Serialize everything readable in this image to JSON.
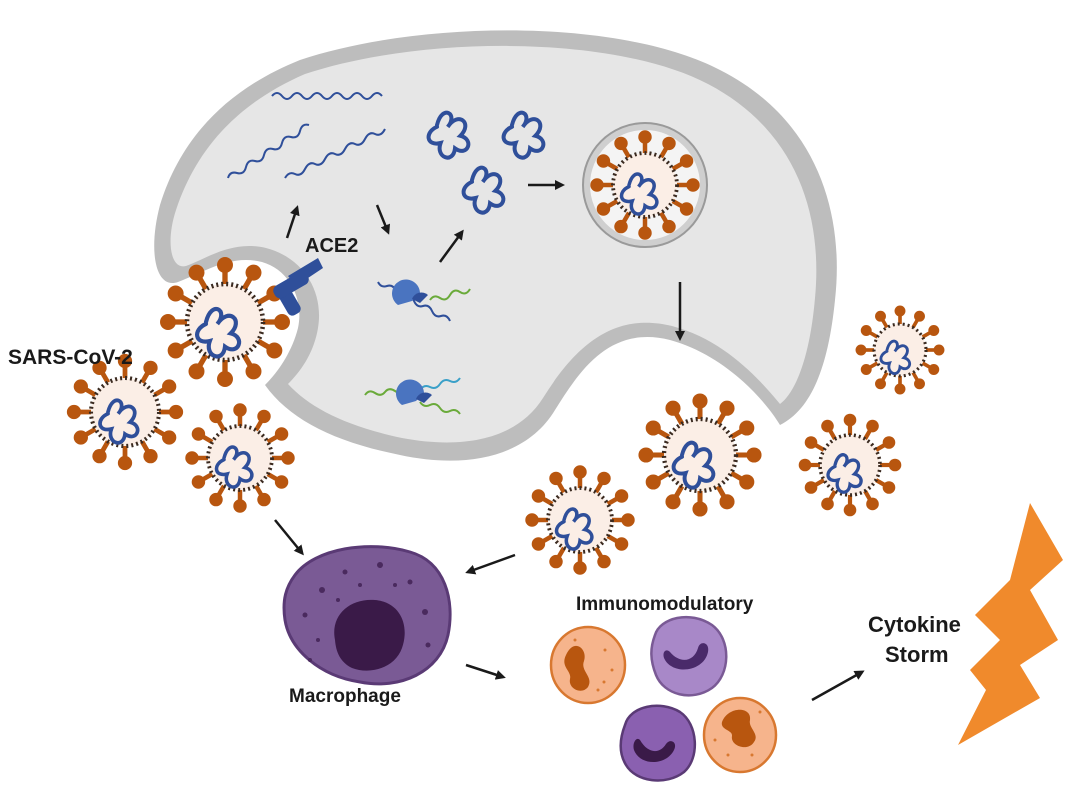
{
  "labels": {
    "virus": "SARS-CoV-2",
    "receptor": "ACE2",
    "macrophage": "Macrophage",
    "immune_cells": "Immunomodulatory",
    "storm_line1": "Cytokine",
    "storm_line2": "Storm"
  },
  "colors": {
    "cell_fill": "#e6e6e6",
    "cell_border": "#bdbdbd",
    "spike": "#b8560f",
    "virus_interior": "#fbeee6",
    "virus_envelope": "#3a2a20",
    "rna": "#2f4f9a",
    "ace2": "#2f4f9a",
    "macrophage": "#7a5a95",
    "macrophage_nucleus": "#3a1a48",
    "granulocyte": "#f6b48c",
    "granulocyte_nucleus": "#b8560f",
    "lymphocyte": "#a888c8",
    "lymphocyte_nucleus": "#4a2a6a",
    "lightning": "#f08a2c",
    "arrow": "#1a1a1a"
  },
  "icons": [
    "virus-icon",
    "ace2-receptor-icon",
    "rna-strand-icon",
    "ribosome-icon",
    "vesicle-icon",
    "macrophage-icon",
    "immune-cell-icon",
    "lightning-icon",
    "arrow-icon"
  ]
}
